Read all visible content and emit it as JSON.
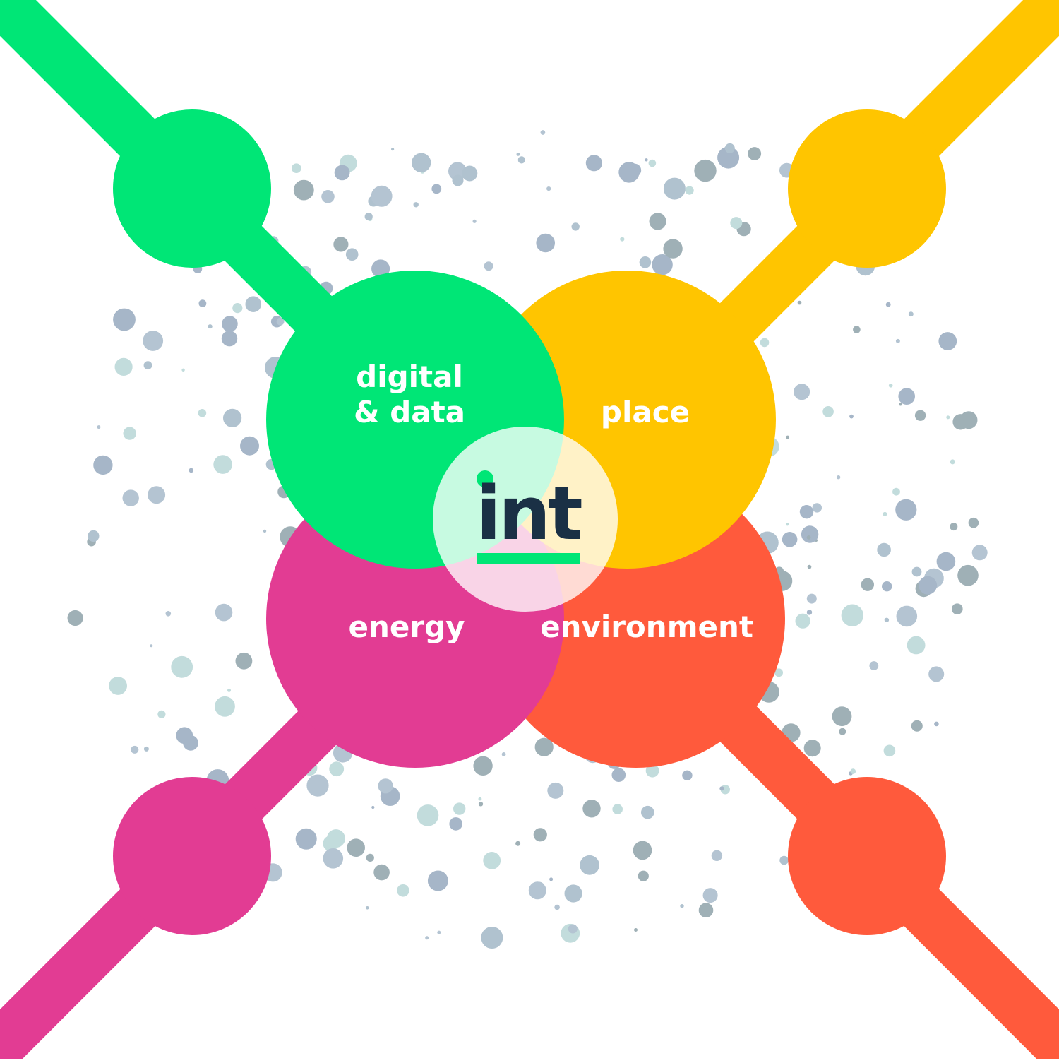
{
  "diagram": {
    "background": "#ffffff",
    "center_logo": {
      "text": "int",
      "text_color": "#1a3045",
      "dot_color": "#00e676",
      "underline_color": "#00e676",
      "badge_fill": "#ffffff"
    },
    "areas": [
      {
        "id": "digital",
        "line1": "digital",
        "line2": "& data",
        "color": "#00e676"
      },
      {
        "id": "place",
        "line1": "place",
        "line2": "",
        "color": "#ffc500"
      },
      {
        "id": "energy",
        "line1": "energy",
        "line2": "",
        "color": "#e23c93"
      },
      {
        "id": "environment",
        "line1": "environment",
        "line2": "",
        "color": "#ff5a3c"
      }
    ],
    "dot_colors": [
      "#a6b6c8",
      "#b0c2cf",
      "#c2dcdc",
      "#9fb0b6",
      "#b4c4d2"
    ],
    "label_color": "#ffffff"
  }
}
